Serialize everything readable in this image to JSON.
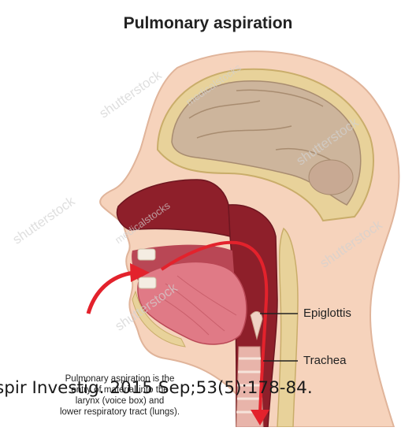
{
  "title": "Pulmonary aspiration",
  "labels": {
    "epiglottis": "Epiglottis",
    "trachea": "Trachea"
  },
  "caption": {
    "line1": "Pulmonary aspiration is the",
    "line2": "entry of material into the",
    "line3": "larynx (voice box) and",
    "line4": "lower respiratory tract (lungs)."
  },
  "citation": "spir Investig. 2015 Sep;53(5):178-84.",
  "watermarks": {
    "shutterstock": "shutterstock",
    "medicalstocks": "medicalstocks"
  },
  "colors": {
    "skin": "#f6d3bc",
    "skin_edge": "#e0b49a",
    "bone": "#e8d29a",
    "brain": "#cdb59c",
    "tissue_dark": "#8e1f2a",
    "tissue_mid": "#b94755",
    "tongue": "#e07a86",
    "arrow": "#e3222c"
  }
}
